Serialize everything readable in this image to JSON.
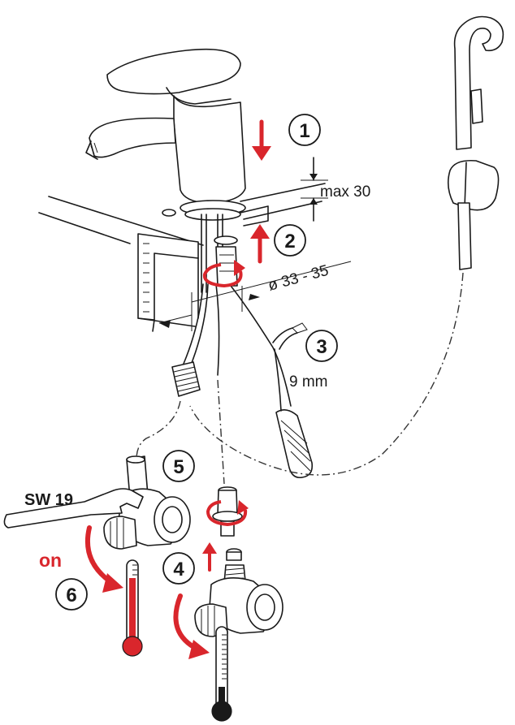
{
  "labels": {
    "max_height": "max 30",
    "hole_diameter": "ø 33 - 35",
    "hose_size": "9 mm",
    "wrench_size": "SW 19",
    "valve_on": "on"
  },
  "steps": [
    "1",
    "2",
    "3",
    "4",
    "5",
    "6"
  ],
  "colors": {
    "accent_red": "#d9262c",
    "line": "#1a1a1a",
    "thermometer_hot": "#d9262c",
    "thermometer_cold": "#1a1a1a"
  },
  "icons": {
    "hot": "thermometer-hot-icon",
    "cold": "thermometer-cold-icon",
    "rotate": "rotate-arrow-icon",
    "direction": "direction-arrow-icon"
  }
}
